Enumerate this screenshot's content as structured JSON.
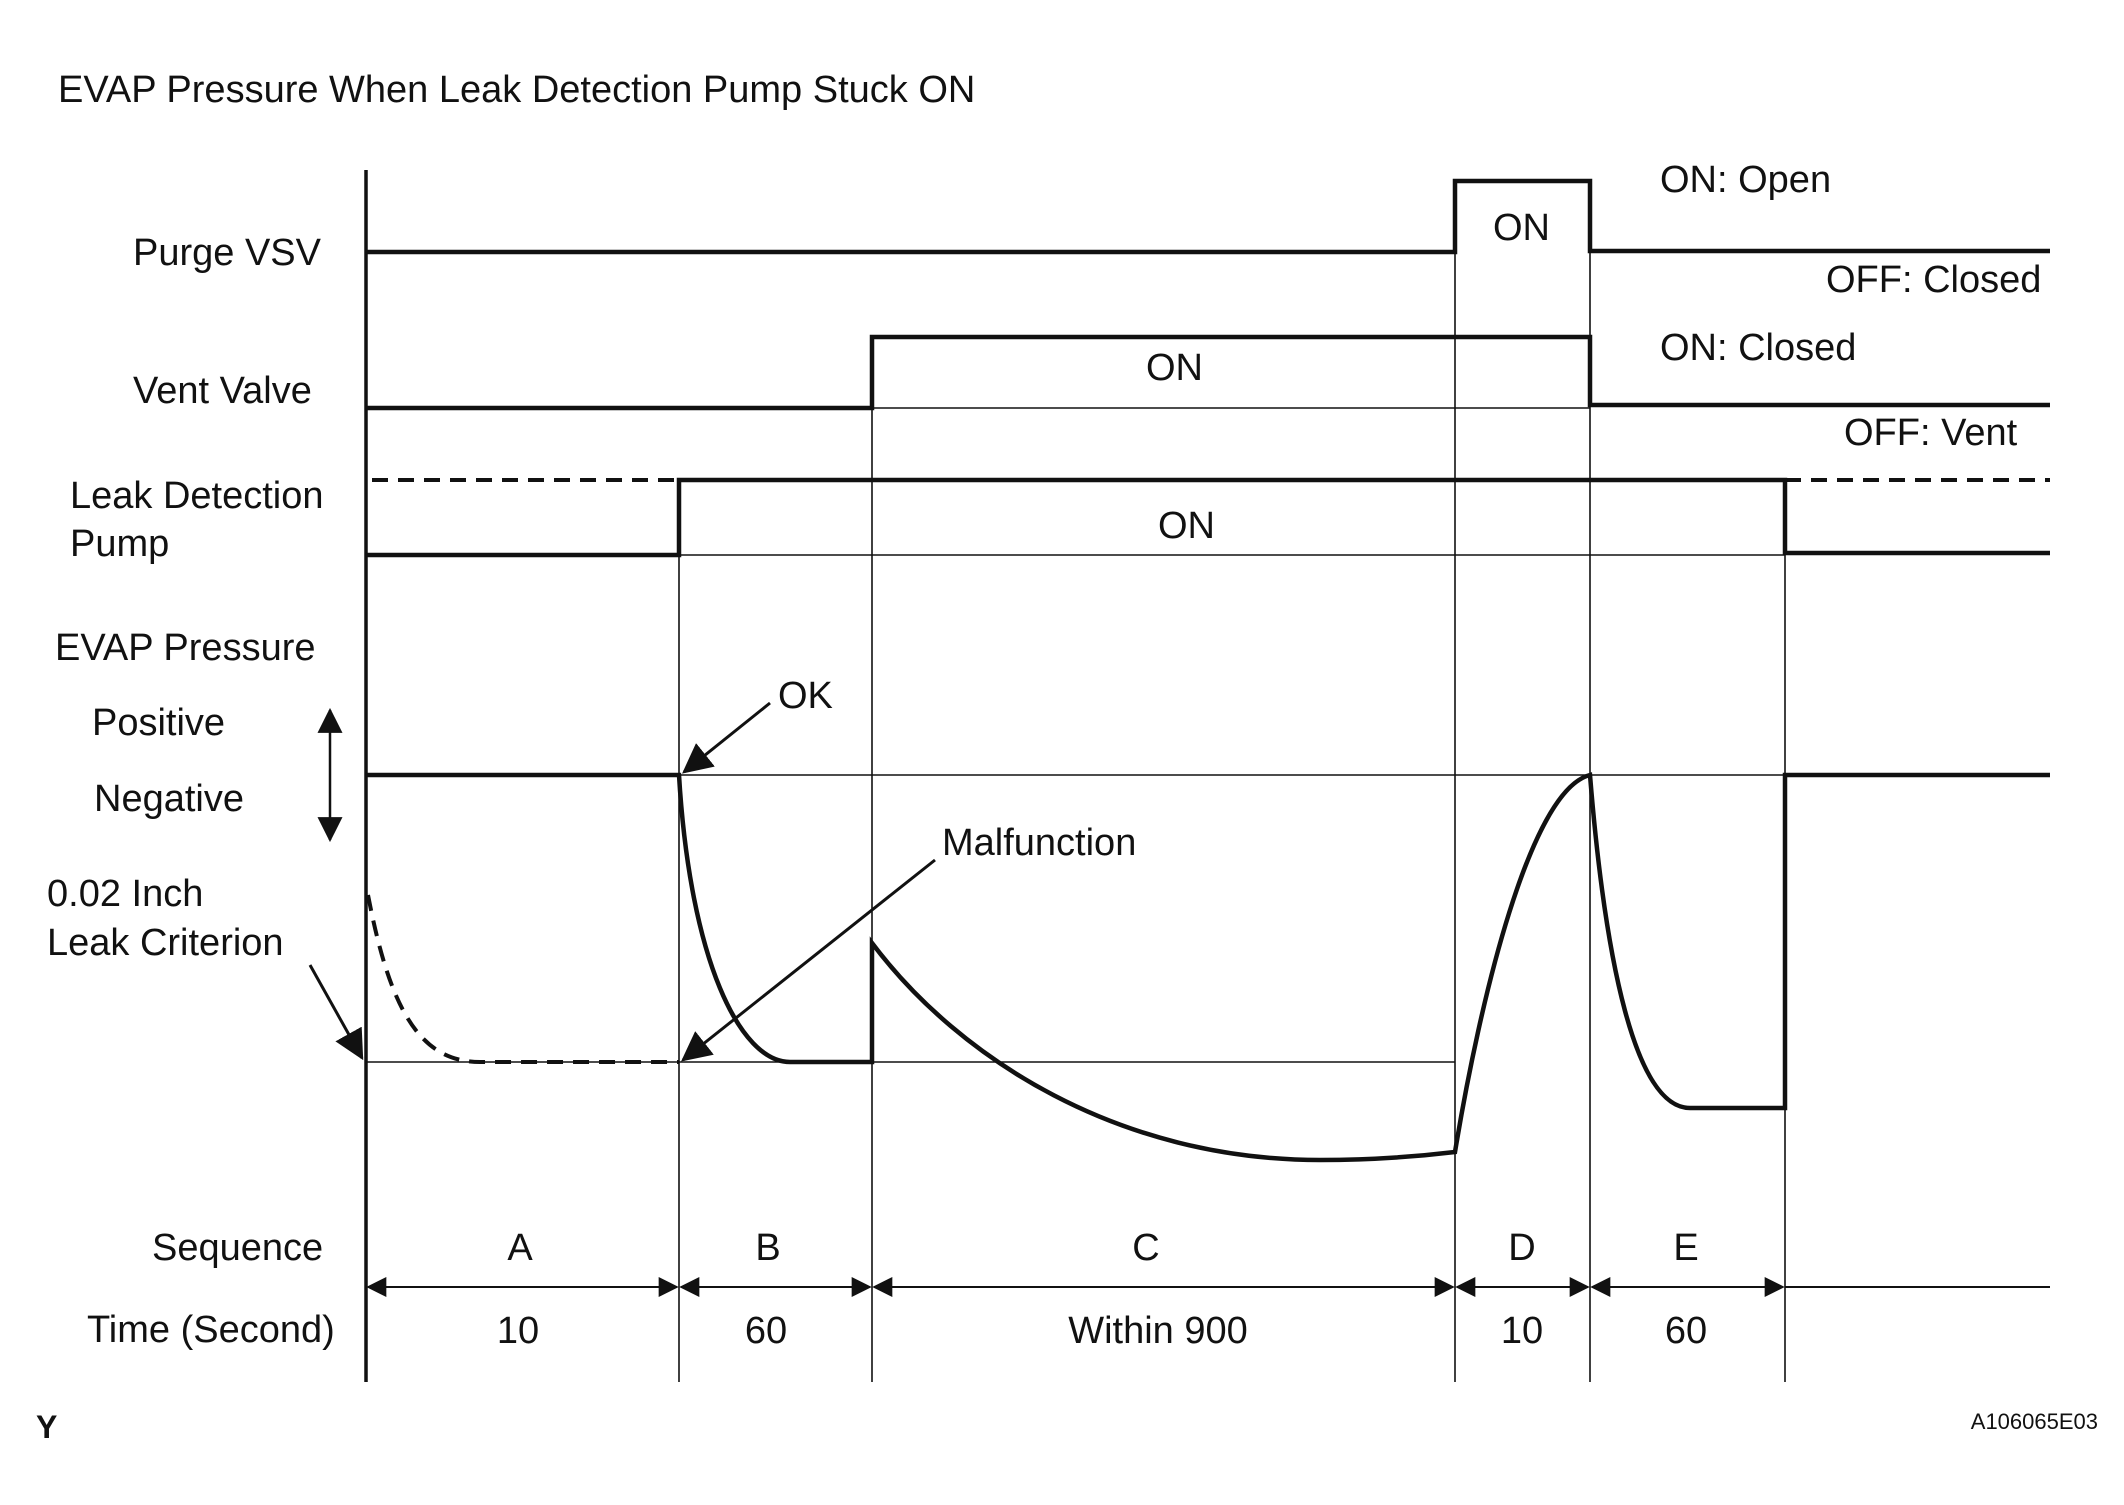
{
  "title": "EVAP Pressure When Leak Detection Pump Stuck ON",
  "rows": {
    "purge_vsv": "Purge VSV",
    "vent_valve": "Vent Valve",
    "leak_pump_1": "Leak Detection",
    "leak_pump_2": "Pump",
    "evap_pressure": "EVAP Pressure",
    "positive": "Positive",
    "negative": "Negative",
    "criterion_1": "0.02 Inch",
    "criterion_2": "Leak Criterion",
    "sequence": "Sequence",
    "time": "Time (Second)"
  },
  "states": {
    "purge_on": "ON",
    "purge_on_meaning": "ON: Open",
    "purge_off_meaning": "OFF: Closed",
    "vent_on": "ON",
    "vent_on_meaning": "ON: Closed",
    "vent_off_meaning": "OFF: Vent",
    "pump_on": "ON"
  },
  "annotations": {
    "ok": "OK",
    "malfunction": "Malfunction"
  },
  "sequences": [
    {
      "label": "A",
      "time": "10"
    },
    {
      "label": "B",
      "time": "60"
    },
    {
      "label": "C",
      "time": "Within 900"
    },
    {
      "label": "D",
      "time": "10"
    },
    {
      "label": "E",
      "time": "60"
    }
  ],
  "corner_left": "Y",
  "corner_right": "A106065E03"
}
